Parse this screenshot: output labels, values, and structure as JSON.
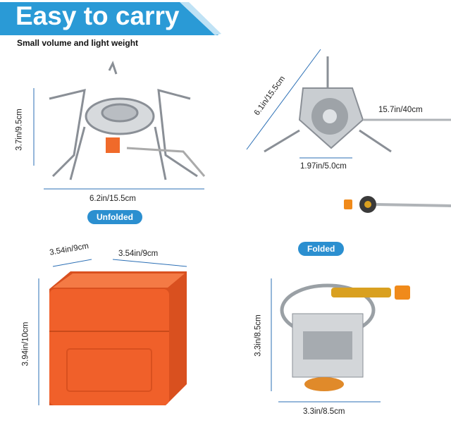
{
  "header": {
    "title": "Easy to carry",
    "subtitle": "Small volume and light weight",
    "accent_color": "#2a9ad6"
  },
  "unfolded": {
    "label": "Unfolded",
    "height_dim": "3.7in/9.5cm",
    "width_dim": "6.2in/15.5cm"
  },
  "triangle_view": {
    "side_dim": "6.1in/15.5cm",
    "hose_dim": "15.7in/40cm",
    "burner_dim": "1.97in/5.0cm"
  },
  "case": {
    "depth_dim": "3.54in/9cm",
    "width_dim": "3.54in/9cm",
    "height_dim": "3.94in/10cm",
    "color": "#f0602a"
  },
  "folded": {
    "label": "Folded",
    "height_dim": "3.3in/8.5cm",
    "width_dim": "3.3in/8.5cm"
  }
}
